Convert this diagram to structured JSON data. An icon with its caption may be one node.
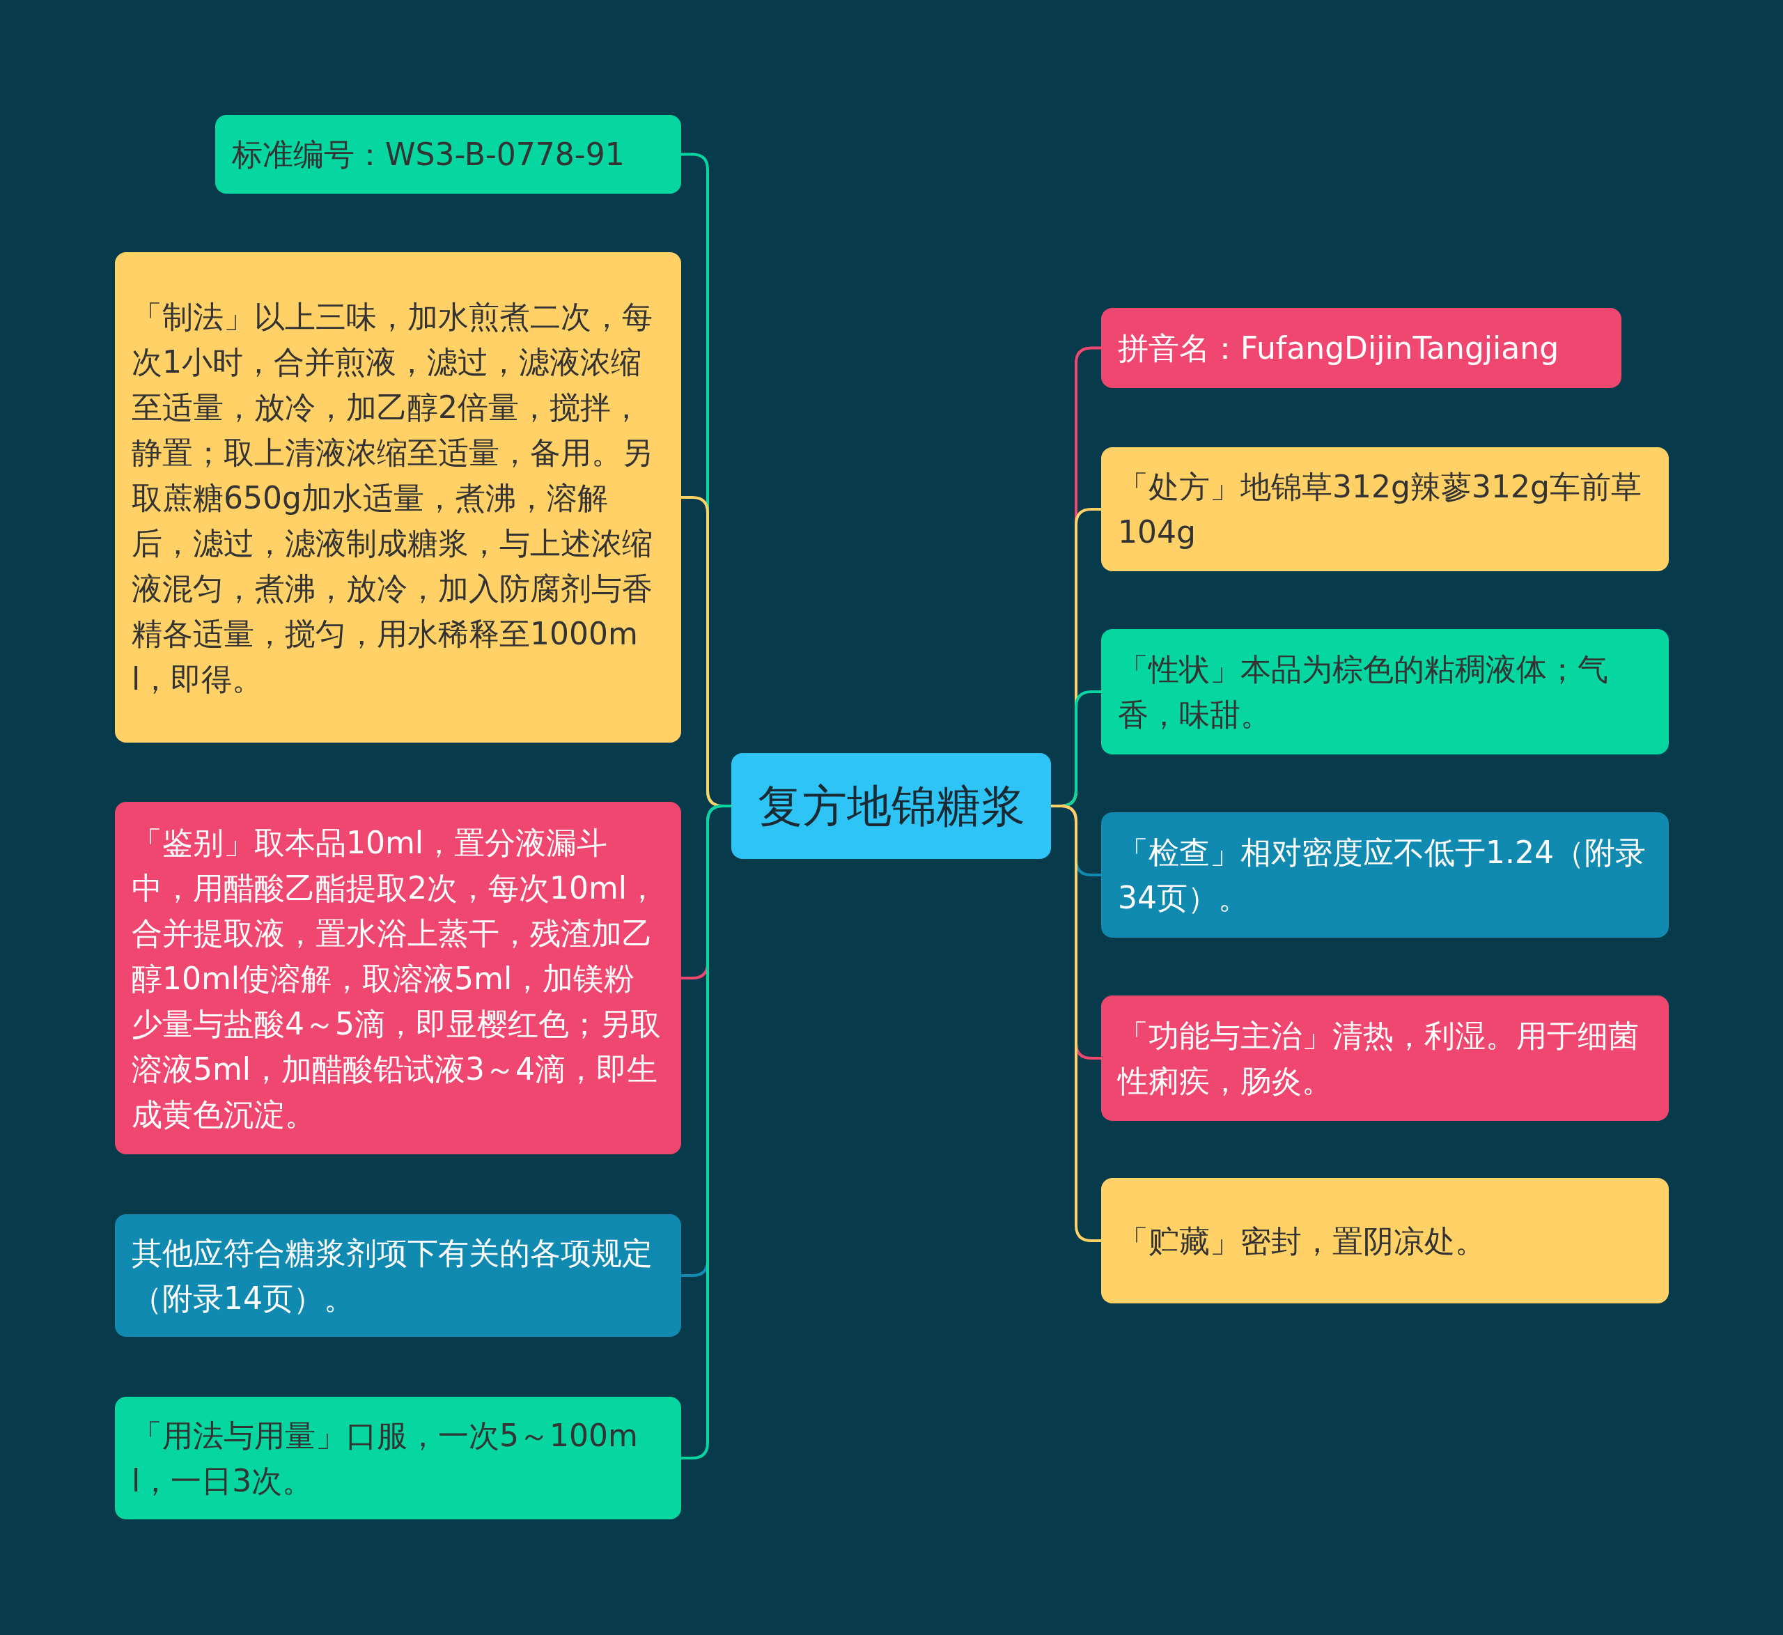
{
  "diagram": {
    "nodes": [
      {
        "text": [
          "复方地锦糖浆"
        ]
      },
      {
        "text": [
          "标准编号：WS3-B-0778-91"
        ]
      },
      {
        "text": [
          "「制法」以上三味，加水煎煮二次，每次1小时，合并煎液，滤过，滤液浓缩至适量，放冷，加乙醇2倍量，搅拌，静置；取上清液浓缩至适量，备用。另取蔗糖650g加水适量，煮沸，溶解后，滤过，滤液制成糖浆，与上述浓缩液混匀，煮沸，放冷，加入防腐剂与香精各适量，搅匀，用水稀释至1000ml，即得。"
        ]
      },
      {
        "text": [
          "「鉴别」取本品10ml，置分液漏斗中，用醋酸乙酯提取2次，每次10ml，合并提取液，置水浴上蒸干，残渣加乙醇10ml使溶解，取溶液5ml，加镁粉少量与盐酸4～5滴，即显樱红色；另取溶液5ml，加醋酸铅试液3～4滴，即生成黄色沉淀。"
        ]
      },
      {
        "text": [
          "其他应符合糖浆剂项下有关的各项规定（附录14页）。"
        ]
      },
      {
        "text": [
          "「用法与用量」口服，一次5～100ml，一日3次。"
        ]
      },
      {
        "text": [
          "拼音名：FufangDijinTangjiang"
        ]
      },
      {
        "text": [
          "「处方」地锦草312g辣蓼312g车前草104g"
        ]
      },
      {
        "text": [
          "「性状」本品为棕色的粘稠液体；气香，味甜。"
        ]
      },
      {
        "text": [
          "「检查」相对密度应不低于1.24（附录34页）。"
        ]
      },
      {
        "text": [
          "「功能与主治」清热，利湿。用于细菌性痢疾，肠炎。"
        ]
      },
      {
        "text": [
          "「贮藏」密封，置阴凉处。"
        ]
      }
    ],
    "edges": [
      {
        "from": 0,
        "to": 1,
        "arrow": "none",
        "color": "#06d6a0"
      },
      {
        "from": 0,
        "to": 2,
        "arrow": "none",
        "color": "#ffd166"
      },
      {
        "from": 0,
        "to": 3,
        "arrow": "none",
        "color": "#ef476f"
      },
      {
        "from": 0,
        "to": 4,
        "arrow": "none",
        "color": "#118ab2"
      },
      {
        "from": 0,
        "to": 5,
        "arrow": "none",
        "color": "#06d6a0"
      },
      {
        "from": 0,
        "to": 6,
        "arrow": "none",
        "color": "#ef476f"
      },
      {
        "from": 0,
        "to": 7,
        "arrow": "none",
        "color": "#ffd166"
      },
      {
        "from": 0,
        "to": 8,
        "arrow": "none",
        "color": "#06d6a0"
      },
      {
        "from": 0,
        "to": 9,
        "arrow": "none",
        "color": "#118ab2"
      },
      {
        "from": 0,
        "to": 10,
        "arrow": "none",
        "color": "#ef476f"
      },
      {
        "from": 0,
        "to": 11,
        "arrow": "none",
        "color": "#ffd166"
      }
    ]
  }
}
